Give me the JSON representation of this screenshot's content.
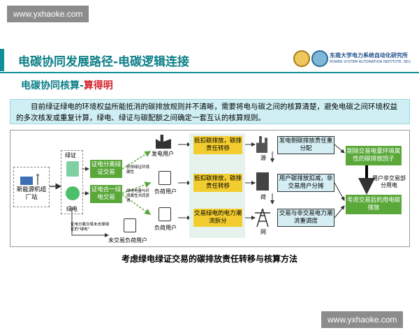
{
  "watermark_top": "www.yxhaoke.com",
  "watermark_bottom": "www.yxhaoke.com",
  "header": {
    "title": "电碳协同发展路径-电碳逻辑连接",
    "logo_text": "东南大学电力系统自动化研究所",
    "logo_sub": "POWER SYSTEM AUTOMATION INSTITUTE, SEU"
  },
  "subtitle": {
    "part1": "电碳协同核算-",
    "part2": "算得明"
  },
  "intro": "目前绿证绿电的环境权益所能抵消的碳排放规则并不清晰，需要将电与碳之间的核算清楚，避免电碳之间环境权益的多次核发或重复计算，绿电、绿证与碳配额之间确定一套互认的核算规则。",
  "diagram": {
    "source": "新能源机组厂站",
    "green_cert": "绿证",
    "green_power": "绿电",
    "box_separate": "证电分离绿证交易",
    "box_combined": "证电合一绿电交易",
    "note_separate": "获得绿证环境属性",
    "note_combined": "绿电电量与环境属性共同获得",
    "note_unused": "证电分离交易未去掉绿证的\"绿电\"",
    "unused_user": "未交易负荷用户",
    "gen_user": "发电用户",
    "load_user": "负荷用户",
    "load_user2": "负荷用户",
    "y1": "抵扣碳排放，碳排责任转移",
    "y2": "抵扣碳排放，碳排责任转移",
    "y3": "交易绿电的电力潮流拆分",
    "r1": "发电侧碳排放责任重分配",
    "r2": "用户碳排放扣减，非交易用户分摊",
    "r3": "交易与非交易电力潮流重调度",
    "tag_source": "源",
    "tag_load": "荷",
    "tag_grid": "网",
    "g1": "剔除交易电量环境属性的碳排放因子",
    "g2": "考虑交易后的用电碳排放",
    "g_note": "用户非交易部分用电"
  },
  "caption": "考虑绿电绿证交易的碳排放责任转移与核算方法",
  "colors": {
    "teal": "#0d7f88",
    "red": "#d3212a",
    "green": "#5aa83a",
    "yellow": "#f3cd2f"
  }
}
